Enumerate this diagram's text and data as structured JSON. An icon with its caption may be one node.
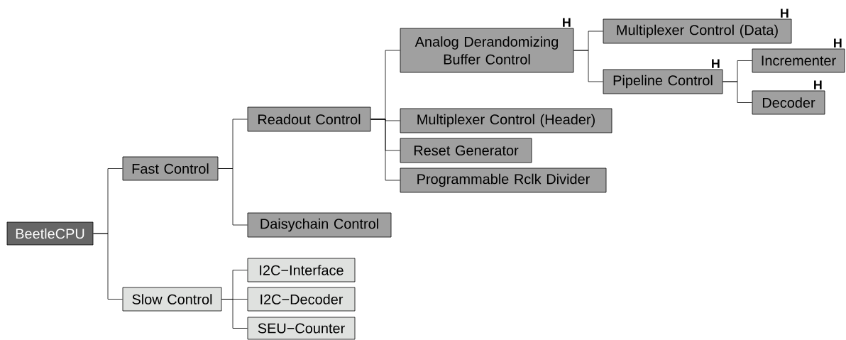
{
  "diagram": {
    "nodes": [
      {
        "text": [
          "BeetleCPU"
        ]
      },
      {
        "text": [
          "Fast Control"
        ]
      },
      {
        "text": [
          "Slow Control"
        ]
      },
      {
        "text": [
          "Readout Control"
        ]
      },
      {
        "text": [
          "Daisychain Control"
        ]
      },
      {
        "text": [
          "I2C−Interface"
        ]
      },
      {
        "text": [
          "I2C−Decoder"
        ]
      },
      {
        "text": [
          "SEU−Counter"
        ]
      },
      {
        "text": [
          "Analog Derandomizing Buffer Control"
        ],
        "beside": [
          "H"
        ]
      },
      {
        "text": [
          "Multiplexer Control (Header)"
        ]
      },
      {
        "text": [
          "Reset Generator"
        ]
      },
      {
        "text": [
          "Programmable Rclk Divider"
        ]
      },
      {
        "text": [
          "Multiplexer Control (Data)"
        ],
        "beside": [
          "H"
        ]
      },
      {
        "text": [
          "Pipeline Control"
        ],
        "beside": [
          "H"
        ]
      },
      {
        "text": [
          "Incrementer"
        ],
        "beside": [
          "H"
        ]
      },
      {
        "text": [
          "Decoder"
        ],
        "beside": [
          "H"
        ]
      }
    ],
    "edges": [
      {
        "from": 0,
        "to": 1,
        "arrow": "none"
      },
      {
        "from": 0,
        "to": 2,
        "arrow": "none"
      },
      {
        "from": 1,
        "to": 3,
        "arrow": "none"
      },
      {
        "from": 1,
        "to": 4,
        "arrow": "none"
      },
      {
        "from": 2,
        "to": 5,
        "arrow": "none"
      },
      {
        "from": 2,
        "to": 6,
        "arrow": "none"
      },
      {
        "from": 2,
        "to": 7,
        "arrow": "none"
      },
      {
        "from": 3,
        "to": 8,
        "arrow": "none"
      },
      {
        "from": 3,
        "to": 9,
        "arrow": "none"
      },
      {
        "from": 3,
        "to": 10,
        "arrow": "none"
      },
      {
        "from": 3,
        "to": 11,
        "arrow": "none"
      },
      {
        "from": 8,
        "to": 12,
        "arrow": "none"
      },
      {
        "from": 8,
        "to": 13,
        "arrow": "none"
      },
      {
        "from": 13,
        "to": 14,
        "arrow": "none"
      },
      {
        "from": 13,
        "to": 15,
        "arrow": "none"
      }
    ]
  }
}
